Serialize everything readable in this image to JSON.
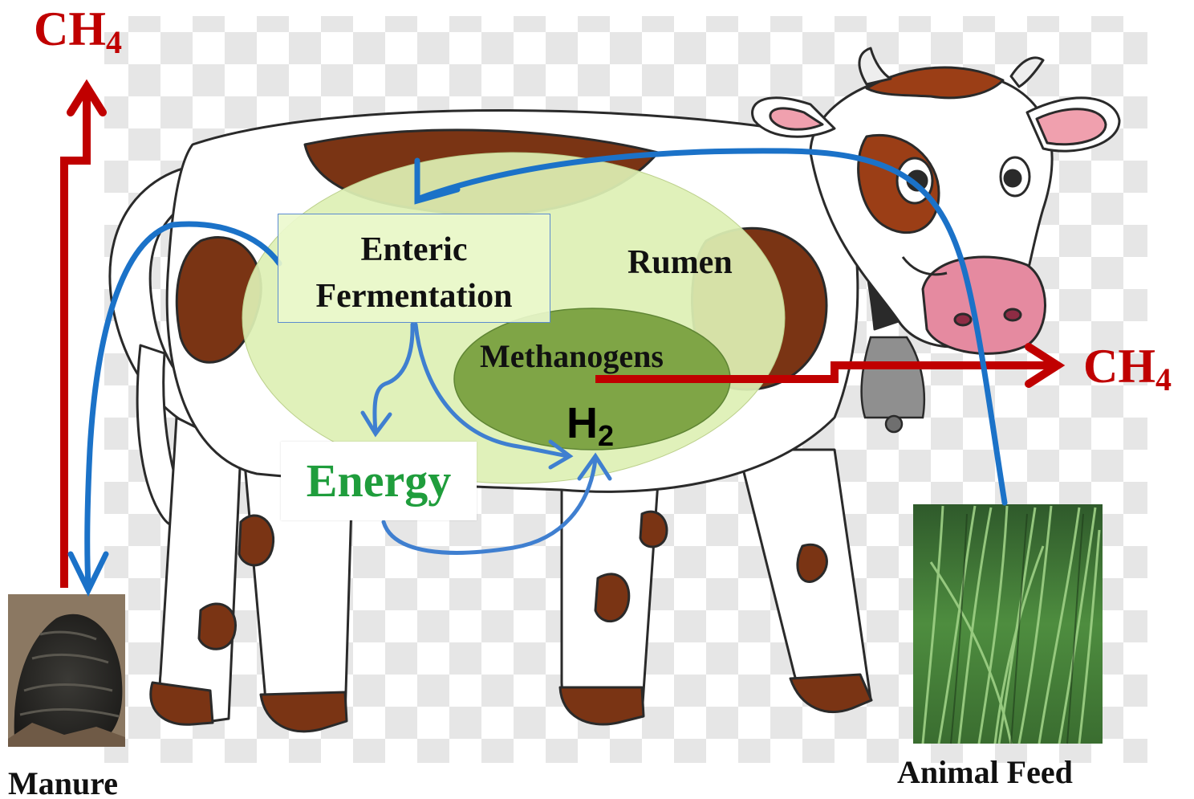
{
  "labels": {
    "ch4_top_left": {
      "main": "CH",
      "sub": "4"
    },
    "ch4_right": {
      "main": "CH",
      "sub": "4"
    },
    "enteric_line1": "Enteric",
    "enteric_line2": "Fermentation",
    "rumen": "Rumen",
    "methanogens": "Methanogens",
    "h2": {
      "main": "H",
      "sub": "2"
    },
    "energy": "Energy",
    "manure": "Manure",
    "animal_feed": "Animal Feed"
  },
  "colors": {
    "methane_arrow": "#c00000",
    "flow_arrow": "#1b72c8",
    "rumen_fill": "#ddf0b4",
    "methanogens_fill": "#7fa546",
    "energy_text": "#1f9d3c",
    "cow_brown": "#7a3414",
    "nose_pink": "#e58aa0"
  },
  "icons": [
    "cow-illustration",
    "manure-photo",
    "grass-photo",
    "cow-bell-icon"
  ]
}
